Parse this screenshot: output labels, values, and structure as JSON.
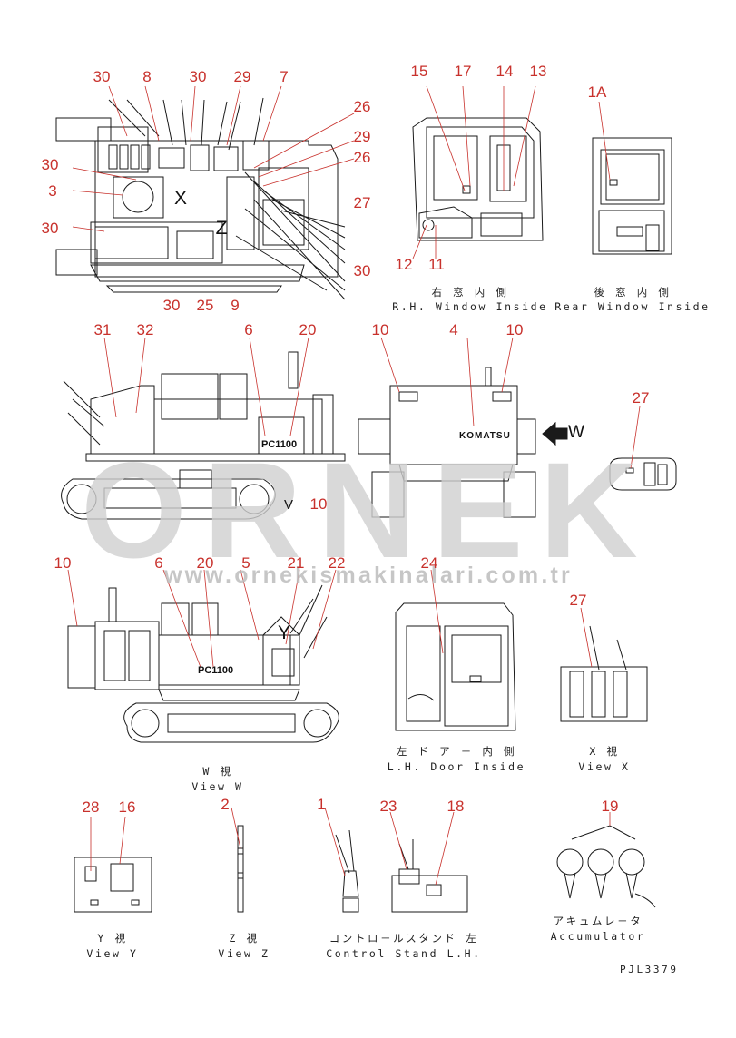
{
  "numbers": [
    "30",
    "8",
    "30",
    "29",
    "7",
    "26",
    "29",
    "26",
    "30",
    "3",
    "27",
    "30",
    "30",
    "25",
    "9",
    "15",
    "17",
    "14",
    "13",
    "12",
    "11",
    "1A",
    "31",
    "32",
    "6",
    "20",
    "10",
    "4",
    "10",
    "27",
    "10",
    "10",
    "6",
    "20",
    "5",
    "21",
    "22",
    "24",
    "27",
    "28",
    "16",
    "2",
    "1",
    "23",
    "18",
    "19"
  ],
  "views": {
    "rh_window": {
      "jp": "右 窓 内 側",
      "en": "R.H. Window Inside"
    },
    "rear_window": {
      "jp": "後 窓 内 側",
      "en": "Rear Window Inside"
    },
    "view_w": {
      "jp": "W 視",
      "en": "View W"
    },
    "lh_door": {
      "jp": "左 ド ア － 内 側",
      "en": "L.H. Door Inside"
    },
    "view_x": {
      "jp": "X 視",
      "en": "View X"
    },
    "view_y": {
      "jp": "Y 視",
      "en": "View Y"
    },
    "view_z": {
      "jp": "Z 視",
      "en": "View Z"
    },
    "control_stand": {
      "jp": "コントロ－ルスタンド 左",
      "en": "Control Stand L.H."
    },
    "accumulator": {
      "jp": "アキュムレ－タ",
      "en": "Accumulator"
    }
  },
  "view_letters": {
    "x": "X",
    "z": "Z",
    "y": "Y",
    "w": "W",
    "v": "V"
  },
  "brand_badge": "PC1100",
  "maker_badge": "KOMATSU",
  "watermark": {
    "text": "ORNEK",
    "url": "www.ornekismakinalari.com.tr"
  },
  "drawing_code": "PJL3379",
  "colors": {
    "callout": "#c8312c",
    "line": "#1a1a1a",
    "watermark": "#d0d0d0"
  }
}
